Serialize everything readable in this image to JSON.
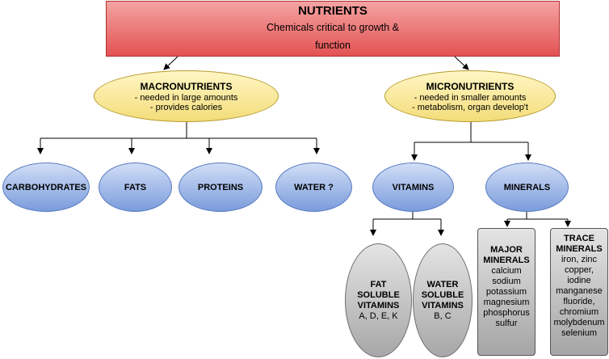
{
  "root": {
    "title": "NUTRIENTS",
    "subtitle": "Chemicals critical to growth & function"
  },
  "macro": {
    "title": "MACRONUTRIENTS",
    "lines": [
      "- needed in large amounts",
      "- provides calories"
    ]
  },
  "micro": {
    "title": "MICRONUTRIENTS",
    "lines": [
      "- needed in smaller amounts",
      "- metabolism, organ develop't"
    ]
  },
  "macro_children": [
    "CARBOHYDRATES",
    "FATS",
    "PROTEINS",
    "WATER ?"
  ],
  "micro_children": [
    "VITAMINS",
    "MINERALS"
  ],
  "vitamins": {
    "fat_soluble": {
      "title": [
        "FAT",
        "SOLUBLE",
        "VITAMINS"
      ],
      "items": "A, D, E, K"
    },
    "water_soluble": {
      "title": [
        "WATER",
        "SOLUBLE",
        "VITAMINS"
      ],
      "items": "B, C"
    }
  },
  "minerals": {
    "major": {
      "title": [
        "MAJOR",
        "MINERALS"
      ],
      "items": [
        "calcium",
        "sodium",
        "potassium",
        "magnesium",
        "phosphorus",
        "sulfur"
      ]
    },
    "trace": {
      "title": [
        "TRACE",
        "MINERALS"
      ],
      "items": [
        "iron, zinc",
        "copper,",
        "iodine",
        "manganese",
        "fluoride,",
        "chromium",
        "molybdenum",
        "selenium"
      ]
    }
  },
  "colors": {
    "root_fill": "#e35252",
    "yellow_fill": "#f3dd7a",
    "blue_fill": "#7a9cdc",
    "grey_fill": "#a7a7a7",
    "edge": "#000000"
  }
}
